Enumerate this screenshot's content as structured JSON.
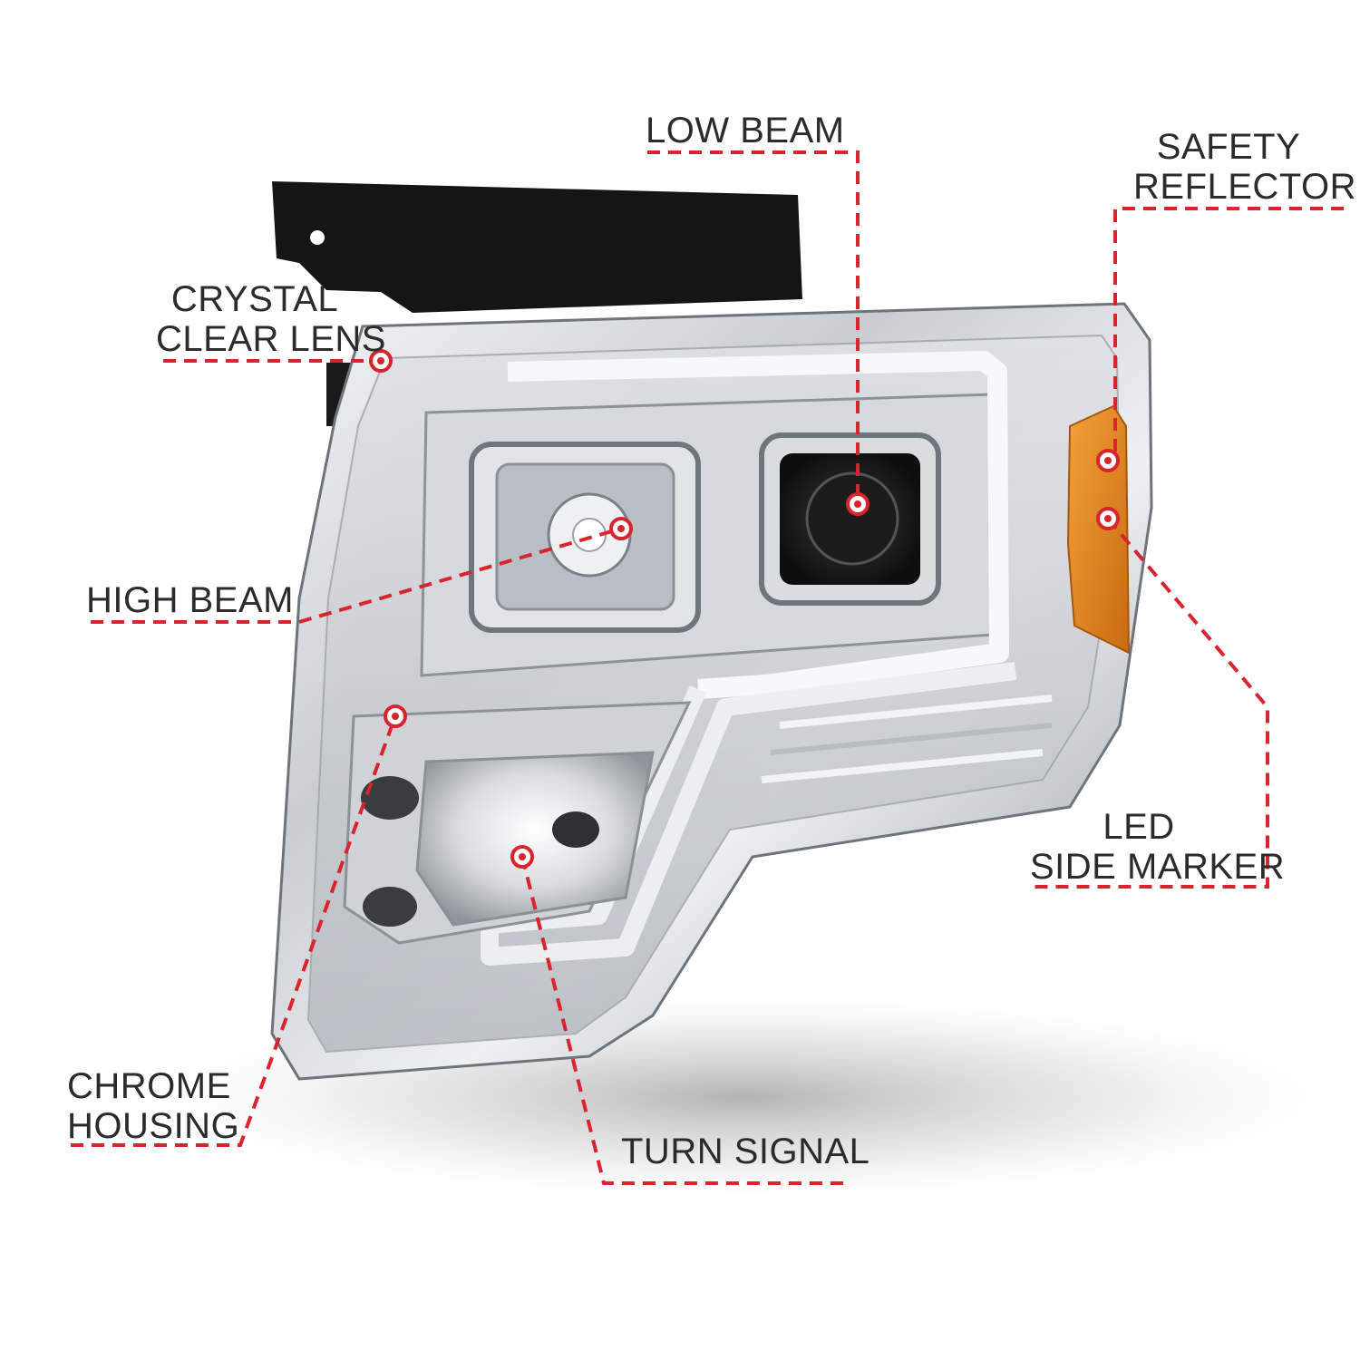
{
  "colors": {
    "callout": "#d9242e",
    "label_text": "#2b2b2b",
    "chrome_light": "#e9ecef",
    "chrome_dark": "#7d838a",
    "amber": "#e0861e",
    "bracket": "#111111"
  },
  "labels": {
    "low_beam": [
      "LOW BEAM"
    ],
    "safety_reflector": [
      "SAFETY",
      "REFLECTOR"
    ],
    "crystal_clear_lens": [
      "CRYSTAL",
      "CLEAR LENS"
    ],
    "high_beam": [
      "HIGH BEAM"
    ],
    "led_side_marker": [
      "LED",
      "SIDE MARKER"
    ],
    "chrome_housing": [
      "CHROME",
      "HOUSING"
    ],
    "turn_signal": [
      "TURN SIGNAL"
    ]
  }
}
